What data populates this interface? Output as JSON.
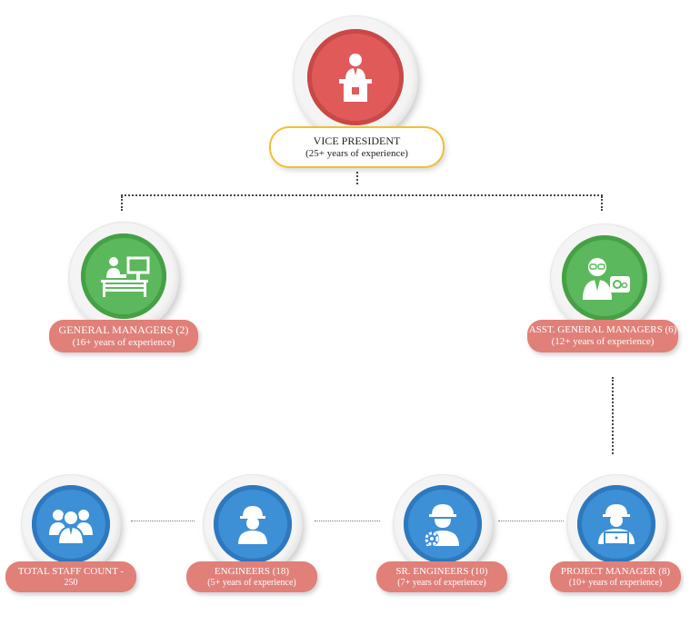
{
  "colors": {
    "vp": "#e05a5a",
    "manager": "#5cb85c",
    "staff": "#3d8fd6",
    "label": "#e08079",
    "vp_border": "#f0c032"
  },
  "nodes": {
    "vp": {
      "title": "VICE PRESIDENT",
      "subtitle": "(25+ years of experience)",
      "icon": "presenter-at-podium-icon"
    },
    "gm": {
      "title": "GENERAL MANAGERS (2)",
      "subtitle": "(16+ years of experience)",
      "icon": "manager-at-desk-icon"
    },
    "agm": {
      "title": "ASST. GENERAL MANAGERS (6)",
      "subtitle": "(12+ years of experience)",
      "icon": "person-with-glasses-and-gears-icon"
    },
    "staff": {
      "title": "TOTAL STAFF COUNT -",
      "subtitle": "250",
      "icon": "group-of-people-icon"
    },
    "eng": {
      "title": "ENGINEERS (18)",
      "subtitle": "(5+ years of experience)",
      "icon": "engineer-hardhat-icon"
    },
    "sreng": {
      "title": "SR. ENGINEERS (10)",
      "subtitle": "(7+ years of experience)",
      "icon": "engineer-with-gear-icon"
    },
    "pm": {
      "title": "PROJECT MANAGER (8)",
      "subtitle": "(10+ years of experience)",
      "icon": "manager-with-laptop-icon"
    }
  }
}
